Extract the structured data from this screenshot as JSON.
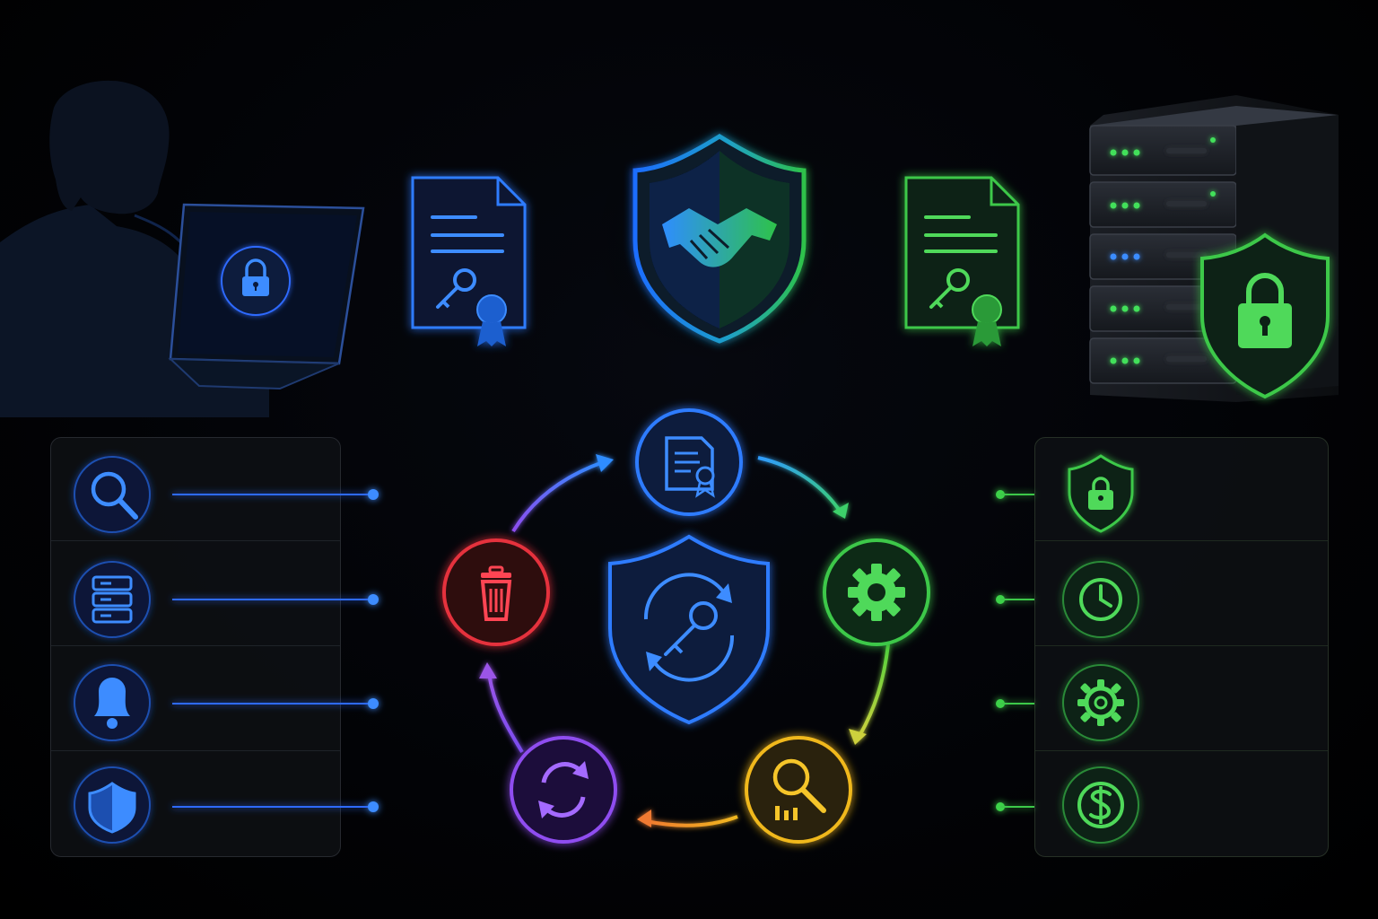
{
  "diagram": {
    "top_flow": {
      "nodes": [
        {
          "id": "user",
          "icon": "user-laptop-lock-icon",
          "color": "#2f7bff"
        },
        {
          "id": "client-certificate",
          "icon": "certificate-key-icon",
          "color": "#2f7bff"
        },
        {
          "id": "handshake-shield",
          "icon": "handshake-shield-icon",
          "color_start": "#1f6dff",
          "color_end": "#2ec24a"
        },
        {
          "id": "server-certificate",
          "icon": "certificate-key-icon",
          "color": "#3cc84a"
        },
        {
          "id": "server",
          "icon": "server-rack-lock-icon",
          "color": "#3cc84a"
        }
      ]
    },
    "lifecycle": {
      "center_icon": "shield-key-rotate-icon",
      "stages": [
        {
          "id": "issue",
          "icon": "certificate-doc-icon",
          "color": "#2f7bff"
        },
        {
          "id": "configure",
          "icon": "gear-icon",
          "color": "#3cc84a"
        },
        {
          "id": "monitor",
          "icon": "magnify-chart-icon",
          "color": "#f0b81f"
        },
        {
          "id": "renew",
          "icon": "refresh-icon",
          "color": "#8f4df0"
        },
        {
          "id": "revoke",
          "icon": "trash-icon",
          "color": "#e5303c"
        }
      ]
    },
    "left_panel": {
      "rows": [
        {
          "icon": "search-icon"
        },
        {
          "icon": "server-stack-icon"
        },
        {
          "icon": "bell-icon"
        },
        {
          "icon": "shield-icon"
        }
      ],
      "color": "#2f7bff"
    },
    "right_panel": {
      "rows": [
        {
          "icon": "shield-lock-icon"
        },
        {
          "icon": "clock-icon"
        },
        {
          "icon": "gear-icon"
        },
        {
          "icon": "dollar-icon"
        }
      ],
      "color": "#3cc84a"
    }
  }
}
